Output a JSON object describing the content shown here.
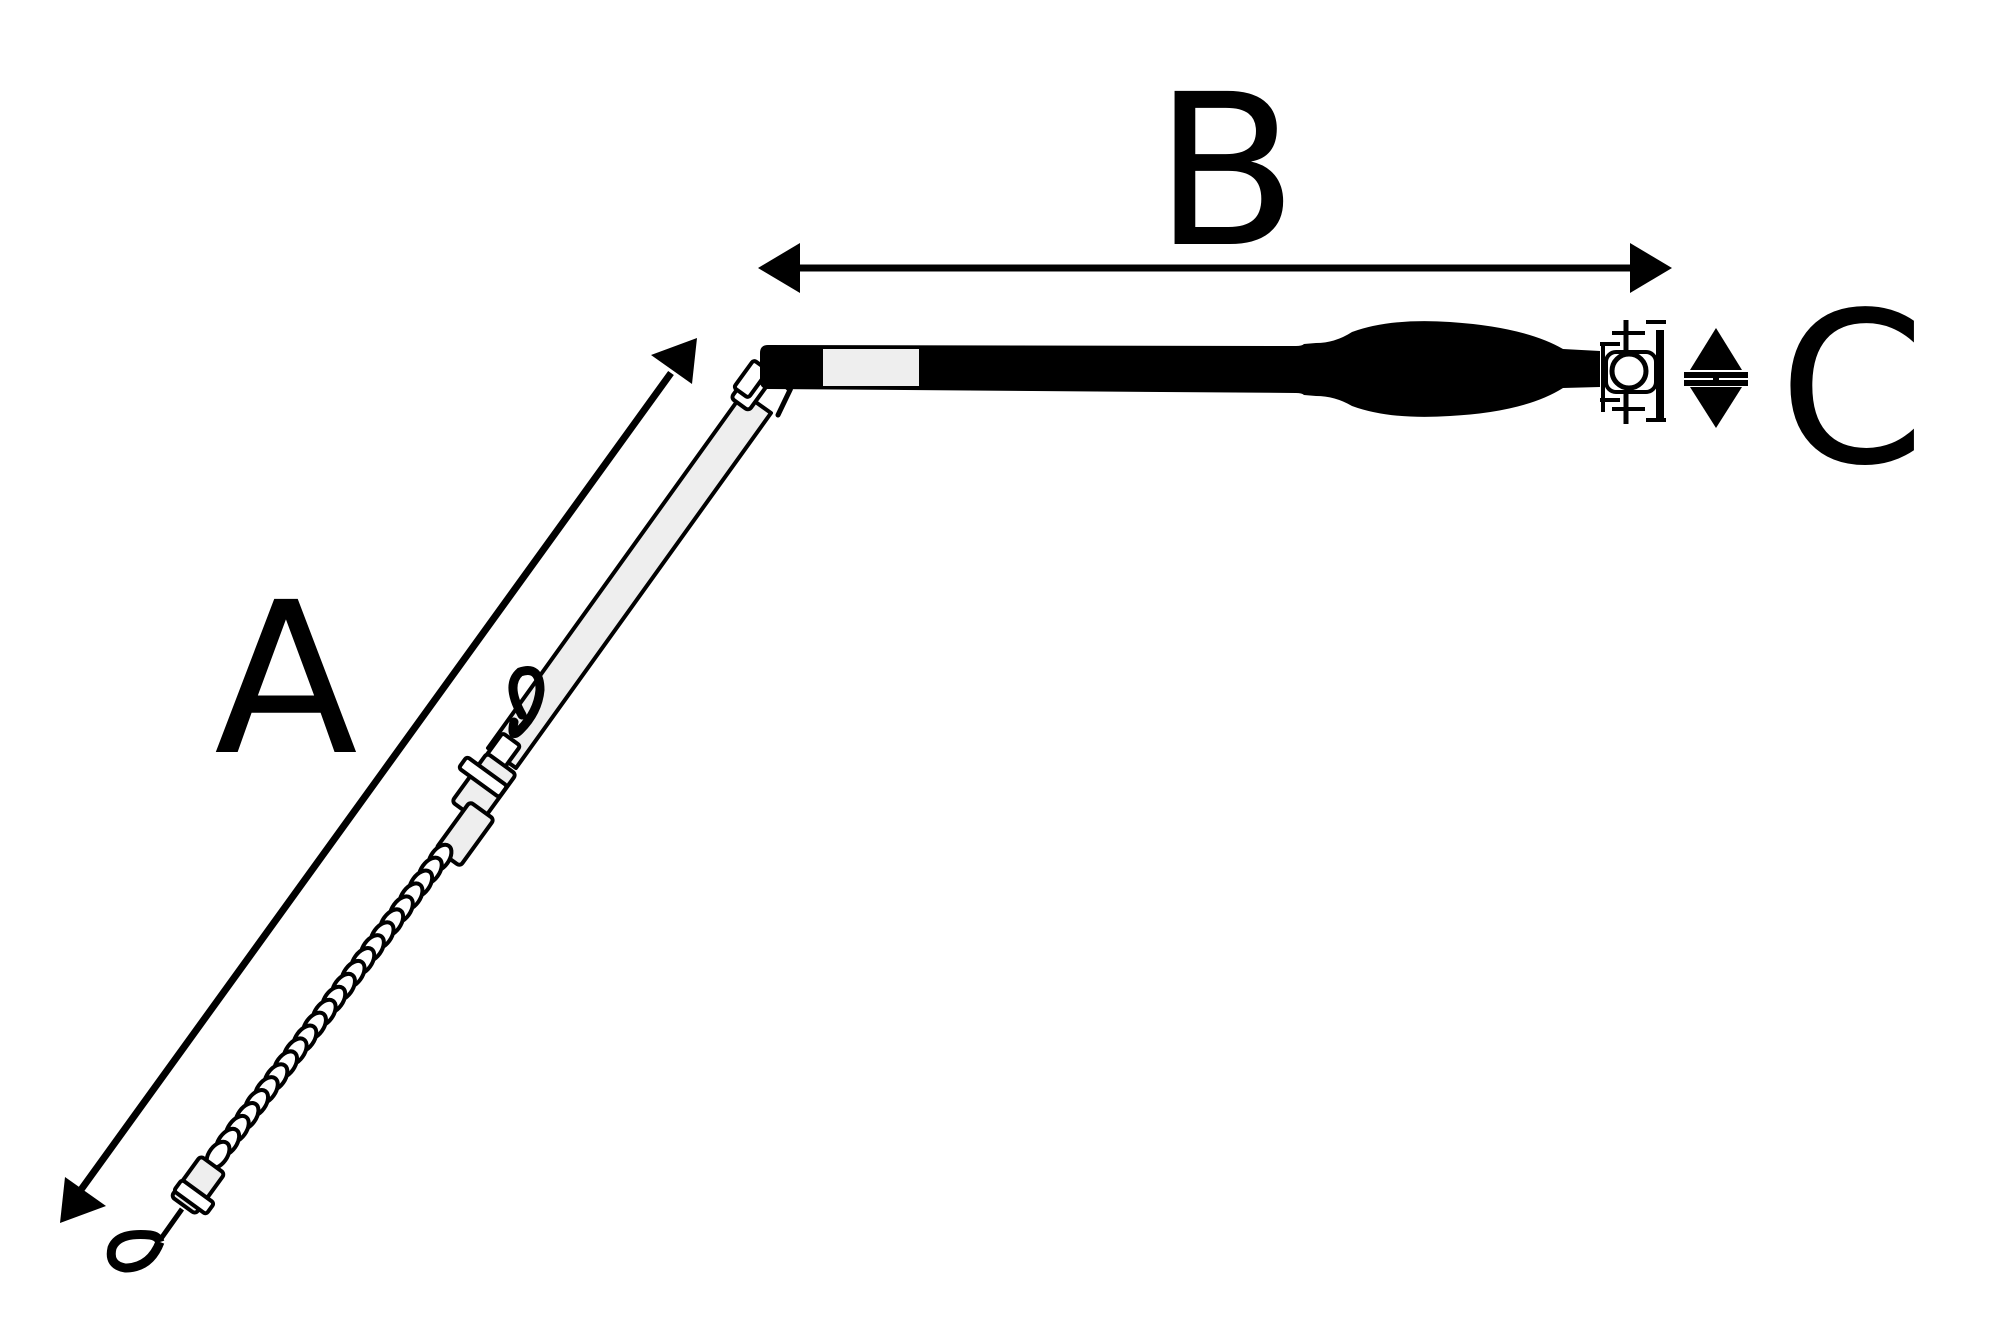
{
  "labels": {
    "a": "A",
    "b": "B",
    "c": "C"
  },
  "colors": {
    "ink": "#000000",
    "sleeve_fill": "#eeeeee",
    "background": "#ffffff"
  }
}
